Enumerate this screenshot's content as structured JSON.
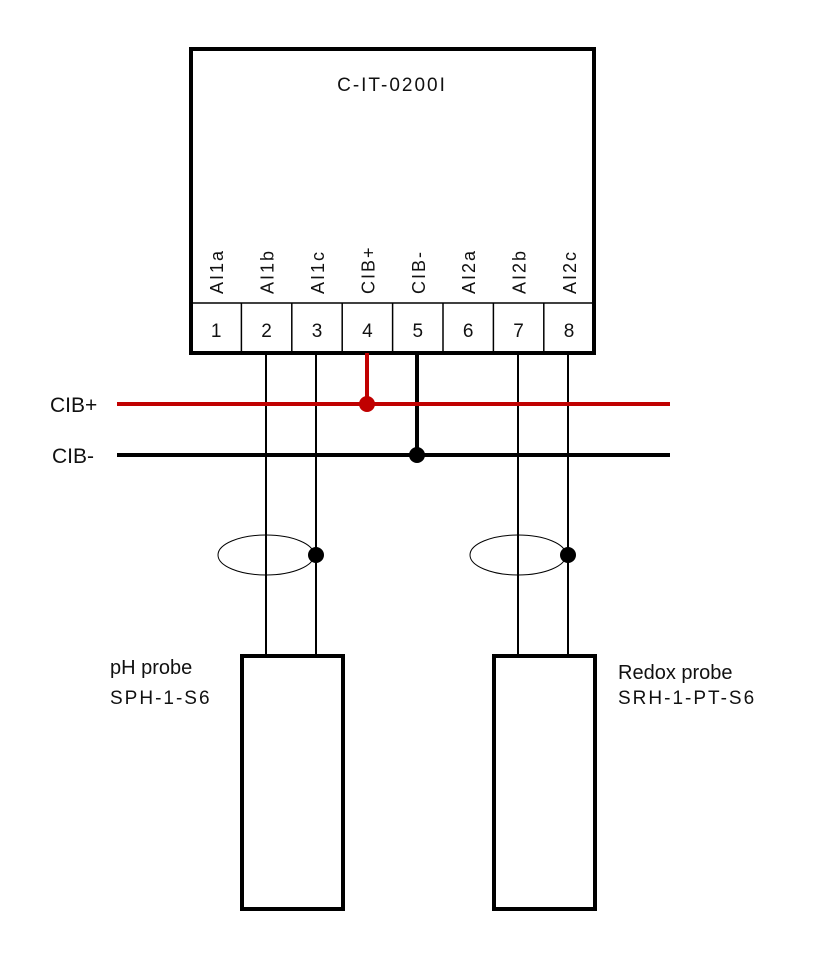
{
  "module": {
    "title": "C-IT-0200I"
  },
  "terminals": [
    {
      "number": "1",
      "label": "AI1a"
    },
    {
      "number": "2",
      "label": "AI1b"
    },
    {
      "number": "3",
      "label": "AI1c"
    },
    {
      "number": "4",
      "label": "CIB+"
    },
    {
      "number": "5",
      "label": "CIB-"
    },
    {
      "number": "6",
      "label": "AI2a"
    },
    {
      "number": "7",
      "label": "AI2b"
    },
    {
      "number": "8",
      "label": "AI2c"
    }
  ],
  "bus": {
    "plus_label": "CIB+",
    "minus_label": "CIB-",
    "plus_color": "#c00000",
    "minus_color": "#000000"
  },
  "probes": [
    {
      "name": "pH probe",
      "model": "SPH-1-S6"
    },
    {
      "name": "Redox probe",
      "model": "SRH-1-PT-S6"
    }
  ]
}
